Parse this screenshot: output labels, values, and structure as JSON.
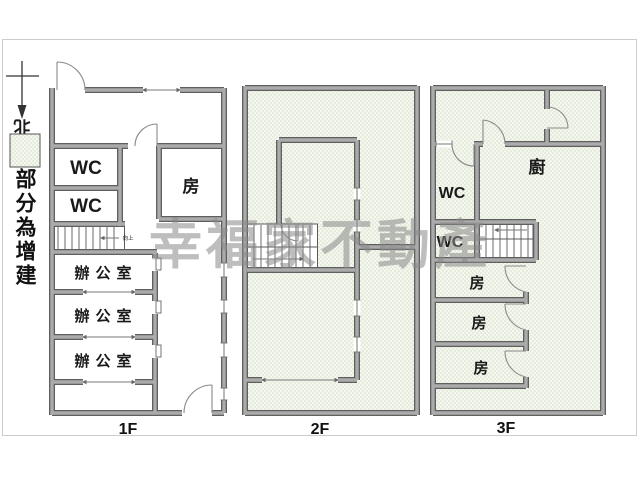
{
  "compass": {
    "north_label": "北"
  },
  "legend": {
    "label": "部分為增建",
    "addition_fill": "#e7eedd"
  },
  "watermark": {
    "text": "幸福家不動產",
    "color": "#8a8a8a"
  },
  "floor_1": {
    "label": "1F",
    "stairs_note": "向上",
    "rooms": {
      "wc_top": "WC",
      "wc_bottom": "WC",
      "bedroom": "房",
      "office_1": "辦公室",
      "office_2": "辦公室",
      "office_3": "辦公室"
    }
  },
  "floor_2": {
    "label": "2F"
  },
  "floor_3": {
    "label": "3F",
    "rooms": {
      "kitchen": "廚",
      "wc_top": "WC",
      "wc_bottom": "WC",
      "room_1": "房",
      "room_2": "房",
      "room_3": "房"
    }
  },
  "colors": {
    "wall_gray": "#8a8a8a",
    "frame_gray": "#cccccc"
  }
}
